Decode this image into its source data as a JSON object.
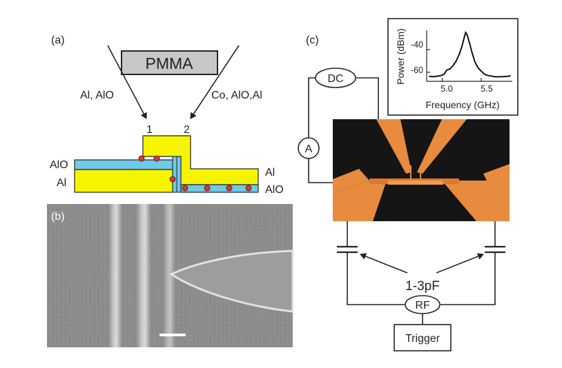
{
  "panel_a": {
    "label": "(a)",
    "resist": "PMMA",
    "left_source": "Al, AlO",
    "right_source": "Co, AlO,Al",
    "angle_1": "1",
    "angle_2": "2",
    "layer_alo_left": "AlO",
    "layer_al_left": "Al",
    "layer_al_right": "Al",
    "layer_alo_right": "AlO",
    "colors": {
      "metal": "#f7f400",
      "oxide": "#6fc9e8",
      "junction": "#e8342a",
      "resist": "#c7c7c7"
    }
  },
  "panel_b": {
    "label": "(b)"
  },
  "panel_c": {
    "label": "(c)",
    "dc_label": "DC",
    "ammeter_label": "A",
    "rf_label": "RF",
    "capacitance_label": "1-3pF",
    "trigger_label": "Trigger",
    "inset": {
      "ylabel": "Power (dBm)",
      "xlabel": "Frequency (GHz)",
      "yticks": [
        "-40",
        "-60"
      ],
      "xticks": [
        "5.0",
        "5.5"
      ]
    }
  },
  "chart_data": {
    "type": "line",
    "title": "",
    "xlabel": "Frequency (GHz)",
    "ylabel": "Power (dBm)",
    "xlim": [
      4.8,
      5.9
    ],
    "ylim": [
      -68,
      -23
    ],
    "xticks": [
      5.0,
      5.5
    ],
    "yticks": [
      -40,
      -60
    ],
    "series": [
      {
        "x": [
          4.83,
          4.88,
          4.93,
          4.98,
          5.02,
          5.06,
          5.1,
          5.14,
          5.18,
          5.22,
          5.25,
          5.28,
          5.3,
          5.32,
          5.35,
          5.38,
          5.42,
          5.46,
          5.5,
          5.55,
          5.6,
          5.68,
          5.76,
          5.85,
          5.88
        ],
        "y": [
          -63.5,
          -64,
          -63.5,
          -63,
          -62,
          -58,
          -57,
          -54,
          -50,
          -44,
          -38,
          -30,
          -25,
          -27,
          -34,
          -42,
          -51,
          -56,
          -59,
          -62,
          -63,
          -64,
          -64,
          -63.5,
          -63
        ]
      }
    ]
  }
}
